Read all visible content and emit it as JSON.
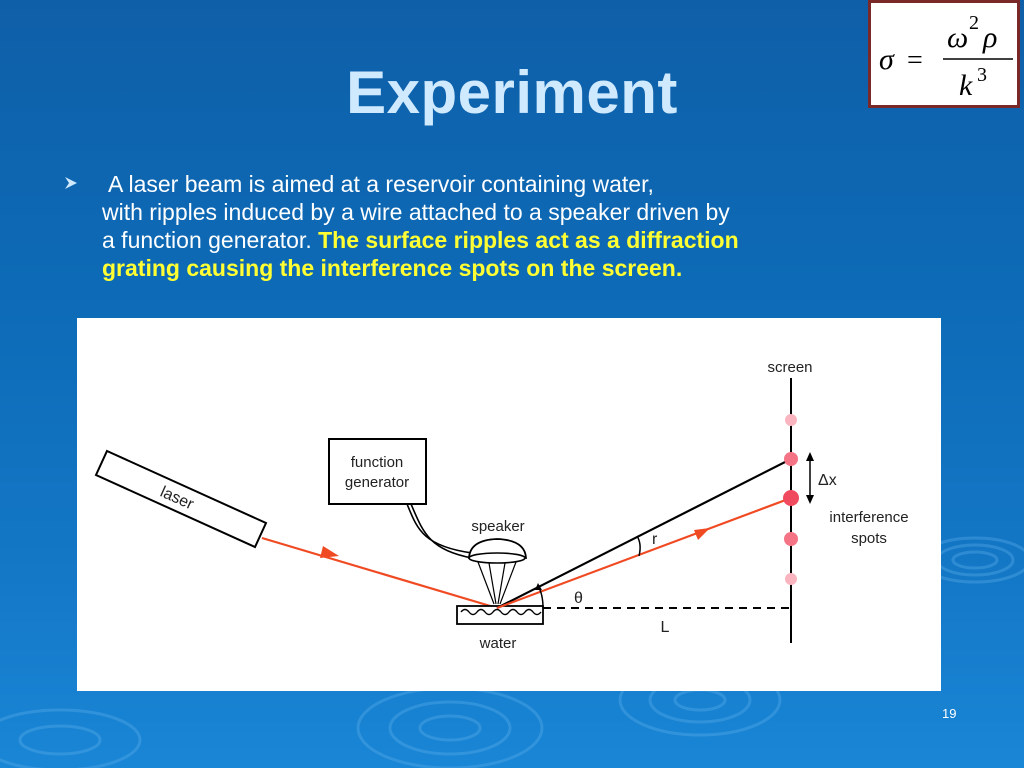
{
  "slide": {
    "title": "Experiment",
    "page_number": "19"
  },
  "formula": {
    "lhs": "σ",
    "equals": "=",
    "num_base": "ω",
    "num_exp": "2",
    "num_rho": "ρ",
    "den_base": "k",
    "den_exp": "3"
  },
  "bullet": {
    "line1": "A laser beam is aimed at a reservoir containing water,",
    "line2": "with ripples induced by a wire attached to a speaker driven by",
    "line3_plain": "a function generator. ",
    "line3_highlight": "The surface ripples act as a diffraction",
    "line4_highlight": "grating causing the interference spots on the screen."
  },
  "diagram": {
    "laser_label": "laser",
    "function_generator_line1": "function",
    "function_generator_line2": "generator",
    "speaker_label": "speaker",
    "water_label": "water",
    "screen_label": "screen",
    "delta_x_label": "Δx",
    "interference_line1": "interference",
    "interference_line2": "spots",
    "r_label": "r",
    "theta_label": "θ",
    "L_label": "L",
    "beam_color": "#f04a23",
    "spot_color": "#f0506a"
  }
}
